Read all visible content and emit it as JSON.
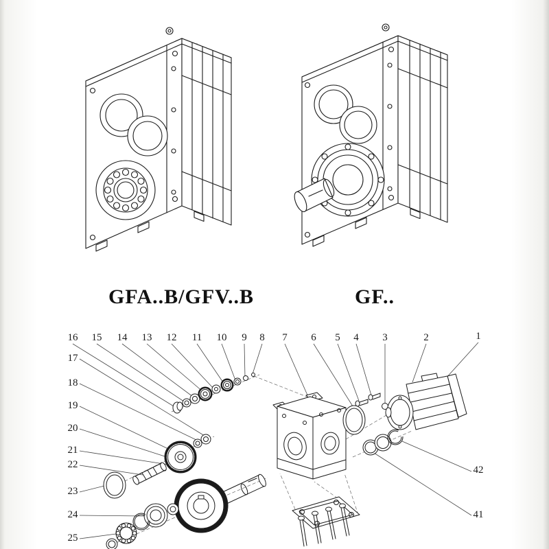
{
  "labels": {
    "left_model": "GFA..B/GFV..B",
    "right_model": "GF.."
  },
  "parts": {
    "top_row": [
      "16",
      "15",
      "14",
      "13",
      "12",
      "11",
      "10",
      "9",
      "8",
      "7",
      "6",
      "5",
      "4",
      "3",
      "2",
      "1"
    ],
    "left_column": [
      "17",
      "18",
      "19",
      "20",
      "21",
      "22",
      "23",
      "24",
      "25"
    ],
    "right_column": [
      "42",
      "41"
    ]
  },
  "colors": {
    "line": "#1a1a1a",
    "background": "#ffffff"
  }
}
